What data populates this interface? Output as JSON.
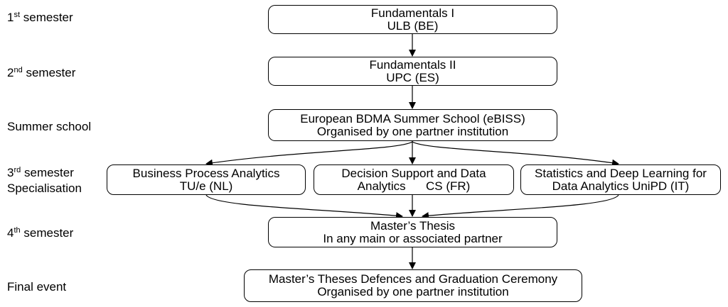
{
  "semesters": [
    {
      "id": "s1",
      "num": "1",
      "sup": "st",
      "text": "semester"
    },
    {
      "id": "s2",
      "num": "2",
      "sup": "nd",
      "text": "semester"
    },
    {
      "id": "summer",
      "text": "Summer school"
    },
    {
      "id": "s3",
      "num": "3",
      "sup": "rd",
      "text": "semester",
      "line2": "Specialisation"
    },
    {
      "id": "s4",
      "num": "4",
      "sup": "th",
      "text": "semester"
    },
    {
      "id": "final",
      "text": "Final event"
    }
  ],
  "boxes": {
    "fundamentals1": {
      "line1": "Fundamentals I",
      "line2": "ULB (BE)"
    },
    "fundamentals2": {
      "line1": "Fundamentals II",
      "line2": "UPC (ES)"
    },
    "summer_school": {
      "line1": "European BDMA Summer School (eBISS)",
      "line2": "Organised by one partner institution"
    },
    "spec_bpa": {
      "line1": "Business Process Analytics",
      "line2": "TU/e (NL)"
    },
    "spec_dsda": {
      "line1": "Decision Support and Data",
      "line2": "Analytics      CS (FR)"
    },
    "spec_sdl": {
      "line1": "Statistics and Deep Learning for",
      "line2": "Data Analytics UniPD (IT)"
    },
    "thesis": {
      "line1": "Master’s Thesis",
      "line2": "In any main or associated partner"
    },
    "final_event": {
      "line1": "Master’s Theses Defences and Graduation Ceremony",
      "line2": "Organised by one partner institution"
    }
  }
}
